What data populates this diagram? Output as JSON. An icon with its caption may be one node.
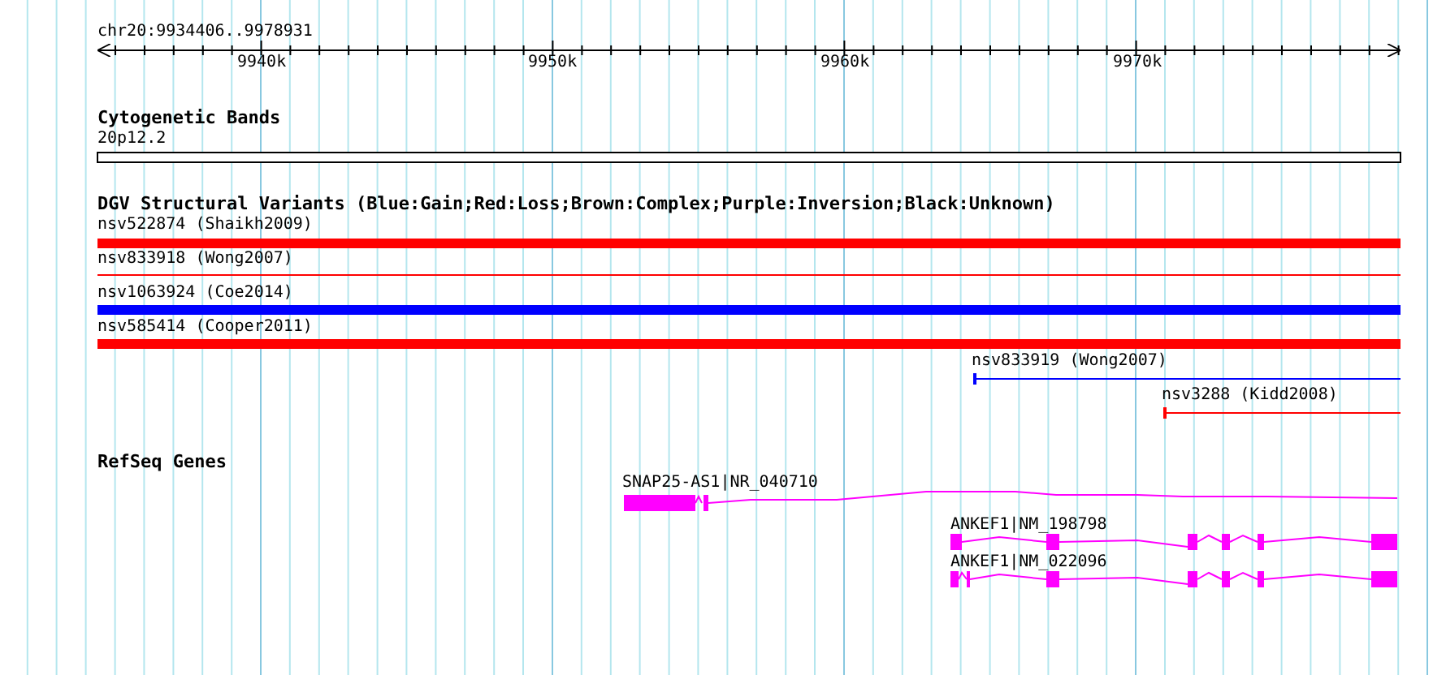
{
  "diagram": {
    "labels": [
      "chr20:9934406..9978931",
      "9940k",
      "9950k",
      "9960k",
      "9970k",
      "Cytogenetic Bands",
      "20p12.2",
      "DGV Structural Variants (Blue:Gain;Red:Loss;Brown:Complex;Purple:Inversion;Black:Unknown)",
      "nsv522874 (Shaikh2009)",
      "nsv833918 (Wong2007)",
      "nsv1063924 (Coe2014)",
      "nsv585414 (Cooper2011)",
      "nsv833919 (Wong2007)",
      "nsv3288 (Kidd2008)",
      "RefSeq Genes",
      "SNAP25-AS1|NR_040710",
      "ANKEF1|NM_198798",
      "ANKEF1|NM_022096"
    ]
  }
}
